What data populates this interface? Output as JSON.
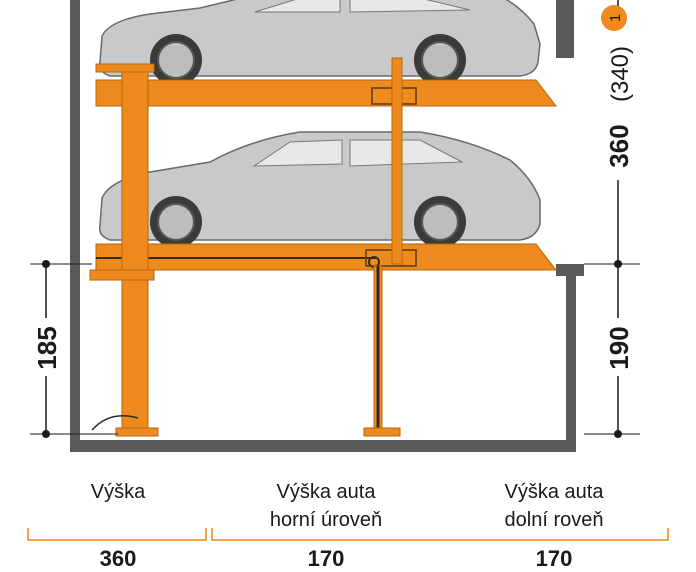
{
  "diagram": {
    "height_total_label": "360",
    "height_total_alt_label": "(340)",
    "note_badge": "1",
    "lower_ceiling_label": "185",
    "lower_floor_label": "190"
  },
  "table": {
    "columns": [
      {
        "header_line1": "",
        "header_line2": "Výška",
        "value": "360"
      },
      {
        "header_line1": "Výška auta",
        "header_line2": "horní úroveň",
        "value": "170"
      },
      {
        "header_line1": "Výška auta",
        "header_line2": "dolní roveň",
        "value": "170"
      }
    ]
  },
  "colors": {
    "steel": "#ef8a1f",
    "wall": "#5a5a5a",
    "car": "#c9c9c9",
    "dimension": "#1a1a1a",
    "badge": "#ef8a1f"
  }
}
